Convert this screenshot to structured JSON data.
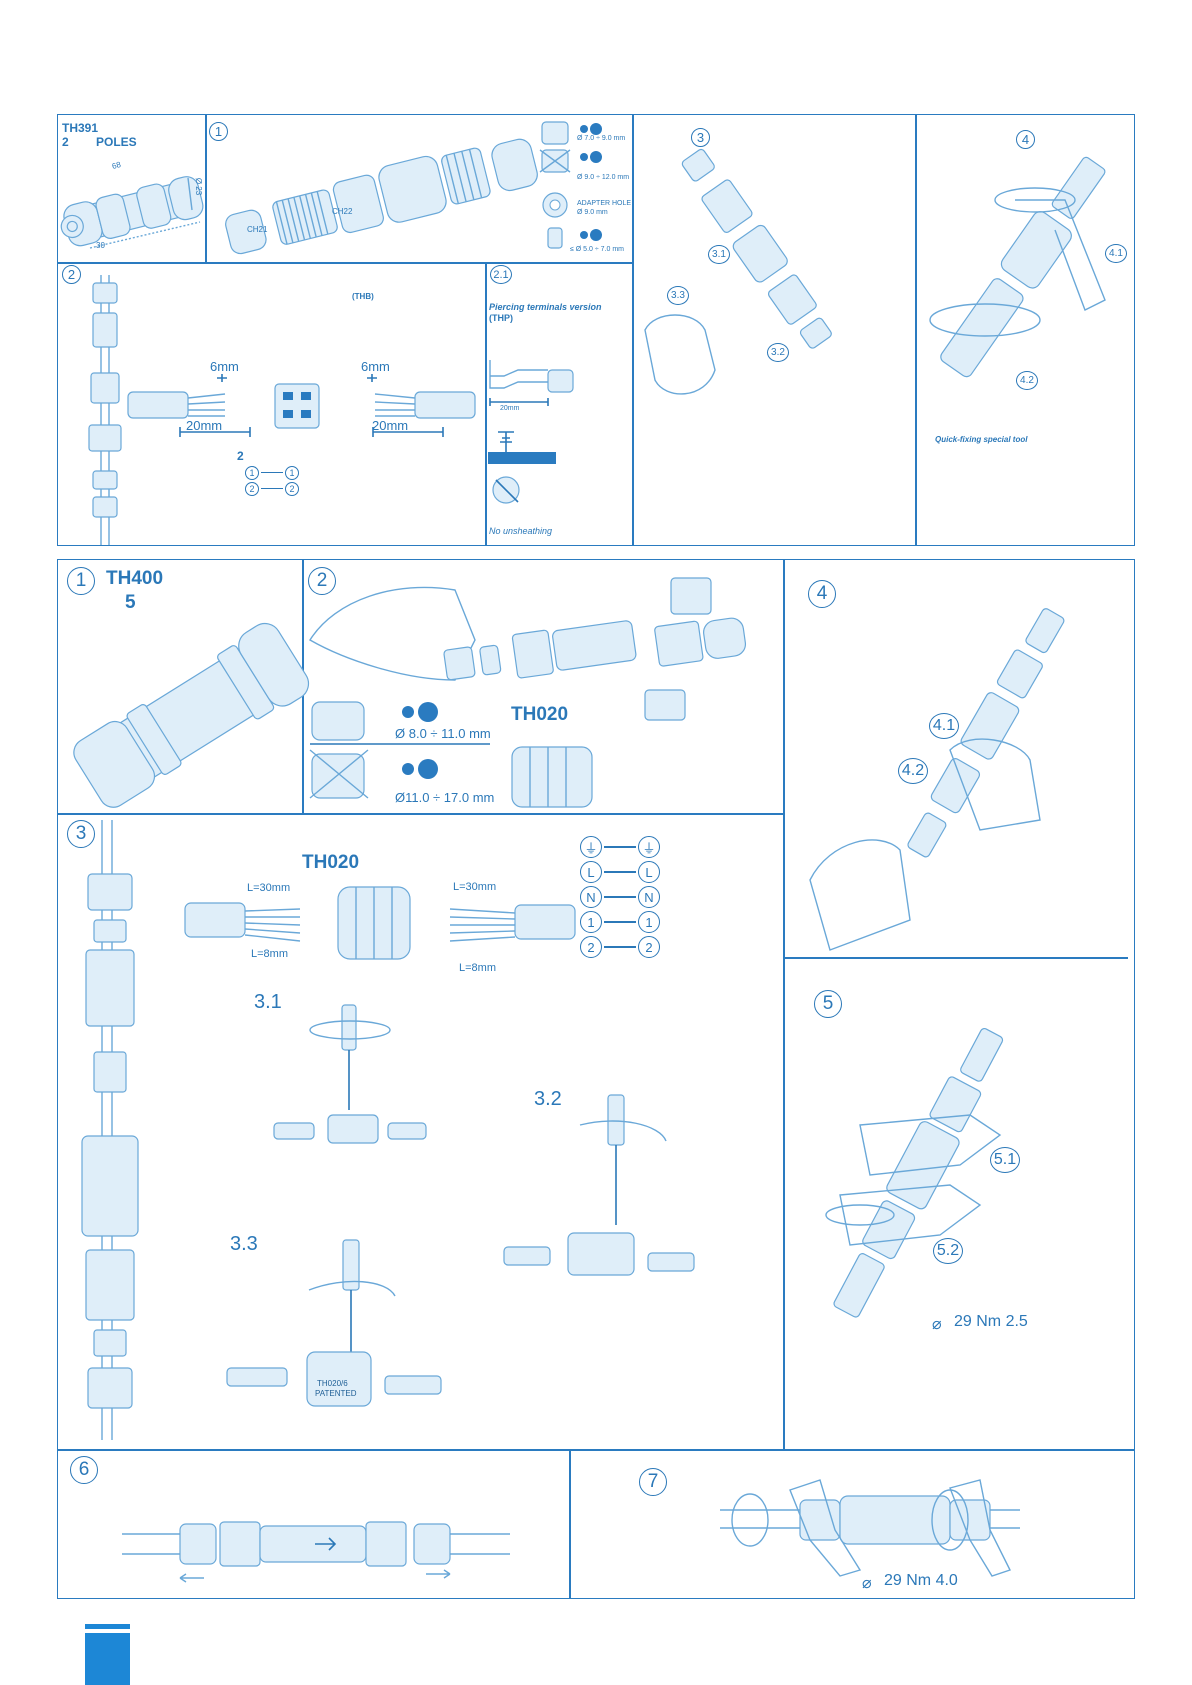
{
  "top_panel": {
    "model": "TH391",
    "poles": "2",
    "poles_label": "POLES",
    "dims": {
      "len": "68",
      "dia": "Ø 23",
      "w": "30"
    },
    "step1": {
      "num": "1",
      "nut_labels": [
        "CH21",
        "CH22"
      ],
      "seal_ranges": [
        "Ø 7.0 ÷ 9.0 mm",
        "Ø 9.0 ÷ 12.0 mm"
      ],
      "adapter_label": "ADAPTER HOLE",
      "adapter_dia": "Ø 9.0 mm",
      "small_range": "≤ Ø 5.0 ÷ 7.0 mm"
    },
    "step2": {
      "num": "2",
      "code": "(THB)",
      "strip_short": "6mm",
      "strip_long": "20mm",
      "poles": "2",
      "map": [
        {
          "a": "1",
          "b": "1"
        },
        {
          "a": "2",
          "b": "2"
        }
      ]
    },
    "step2_1": {
      "num": "2.1",
      "title": "Piercing terminals version",
      "code": "(THP)",
      "strip": "20mm",
      "note": "No unsheathing"
    },
    "step3": {
      "num": "3",
      "subs": [
        "3.1",
        "3.2",
        "3.3"
      ]
    },
    "step4": {
      "num": "4",
      "subs": [
        "4.1",
        "4.2"
      ],
      "caption": "Quick-fixing special tool"
    }
  },
  "bottom_panel": {
    "step1": {
      "num": "1",
      "model": "TH400",
      "poles": "5"
    },
    "step2": {
      "num": "2",
      "seal_range_a": "Ø 8.0 ÷ 11.0 mm",
      "seal_range_b": "Ø11.0 ÷ 17.0 mm",
      "model": "TH020"
    },
    "step3": {
      "num": "3",
      "model": "TH020",
      "strip_long": "L=30mm",
      "strip_short": "L=8mm",
      "map": [
        {
          "a": "⏚",
          "b": "⏚"
        },
        {
          "a": "L",
          "b": "L"
        },
        {
          "a": "N",
          "b": "N"
        },
        {
          "a": "1",
          "b": "1"
        },
        {
          "a": "2",
          "b": "2"
        }
      ],
      "subs": [
        "3.1",
        "3.2",
        "3.3"
      ],
      "stamp": [
        "TH020/6",
        "PATENTED"
      ]
    },
    "step4": {
      "num": "4",
      "subs": [
        "4.1",
        "4.2"
      ]
    },
    "step5": {
      "num": "5",
      "subs": [
        "5.1",
        "5.2"
      ],
      "torque": "29 Nm 2.5"
    },
    "step6": {
      "num": "6"
    },
    "step7": {
      "num": "7",
      "torque": "29 Nm 4.0"
    }
  },
  "colors": {
    "accent": "#2a7bc0",
    "line": "#6aa8d8"
  }
}
